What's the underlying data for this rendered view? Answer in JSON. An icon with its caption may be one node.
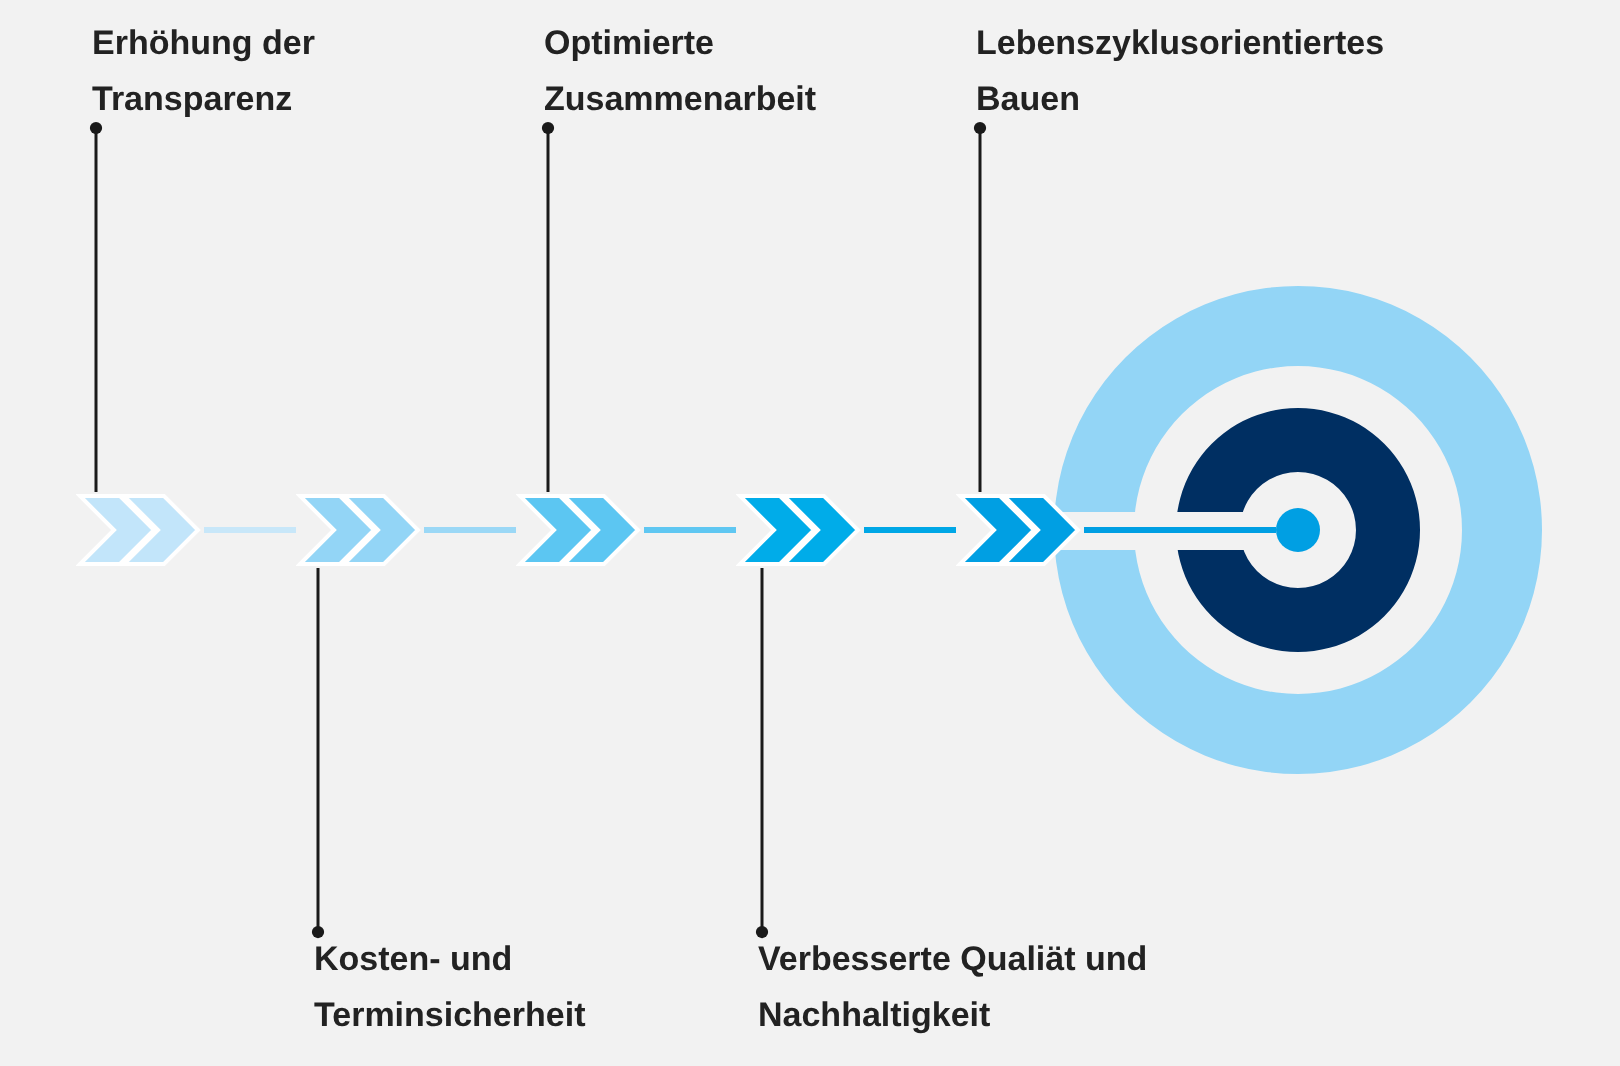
{
  "diagram": {
    "nodes": [
      {
        "text": [
          "Erhöhung der Transparenz"
        ]
      },
      {
        "text": [
          "Kosten- und Terminsicherheit"
        ]
      },
      {
        "text": [
          "Optimierte Zusammenarbeit"
        ]
      },
      {
        "text": [
          "Verbesserte Qualiät und Nachhaltigkeit"
        ]
      },
      {
        "text": [
          "Lebenszyklusorientiertes Bauen"
        ]
      },
      {
        "text": [],
        "shape": "chevron"
      },
      {
        "text": [],
        "shape": "chevron"
      },
      {
        "text": [],
        "shape": "chevron"
      },
      {
        "text": [],
        "shape": "chevron"
      },
      {
        "text": [],
        "shape": "chevron"
      },
      {
        "text": [],
        "shape": "circle"
      }
    ],
    "edges": [
      {
        "from": 5,
        "to": 6,
        "arrow": "none",
        "color": "#c8e7f9",
        "style": "thick"
      },
      {
        "from": 6,
        "to": 7,
        "arrow": "none",
        "color": "#9bd8f6",
        "style": "thick"
      },
      {
        "from": 7,
        "to": 8,
        "arrow": "none",
        "color": "#5fc7f2",
        "style": "thick"
      },
      {
        "from": 8,
        "to": 9,
        "arrow": "none",
        "color": "#00a7e6",
        "style": "thick"
      },
      {
        "from": 9,
        "to": 10,
        "arrow": "none",
        "color": "#009fe3",
        "style": "thick"
      },
      {
        "from": 0,
        "to": 5,
        "arrow": "other"
      },
      {
        "from": 1,
        "to": 6,
        "arrow": "other"
      },
      {
        "from": 2,
        "to": 7,
        "arrow": "other"
      },
      {
        "from": 3,
        "to": 8,
        "arrow": "other"
      },
      {
        "from": 4,
        "to": 9,
        "arrow": "other"
      }
    ]
  }
}
